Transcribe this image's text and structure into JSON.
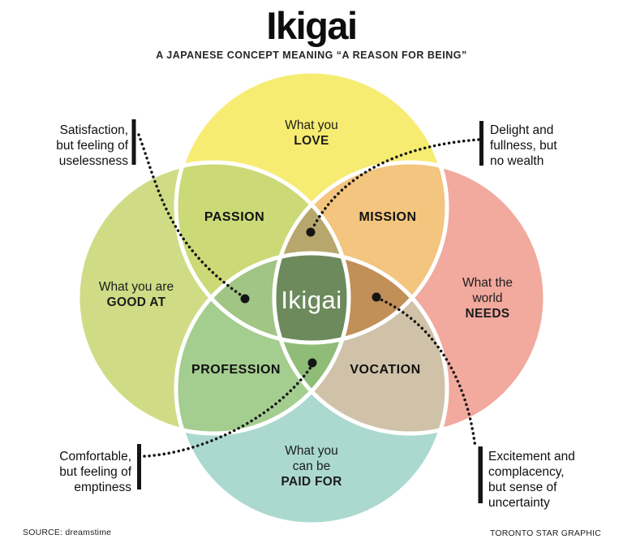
{
  "title": "Ikigai",
  "subtitle": "A JAPANESE CONCEPT MEANING “A REASON FOR BEING”",
  "center_label": "Ikigai",
  "circles": [
    {
      "id": "love",
      "line1": "What you",
      "line2": "",
      "emphasis": "LOVE"
    },
    {
      "id": "good_at",
      "line1": "What you are",
      "line2": "",
      "emphasis": "GOOD AT"
    },
    {
      "id": "needs",
      "line1": "What the",
      "line2": "world",
      "emphasis": "NEEDS"
    },
    {
      "id": "paid_for",
      "line1": "What you",
      "line2": "can be",
      "emphasis": "PAID FOR"
    }
  ],
  "overlaps": {
    "passion": "PASSION",
    "mission": "MISSION",
    "profession": "PROFESSION",
    "vocation": "VOCATION"
  },
  "annotations": [
    {
      "id": "satisfaction",
      "lines": [
        "Satisfaction,",
        "but feeling of",
        "uselessness"
      ]
    },
    {
      "id": "delight",
      "lines": [
        "Delight and",
        "fullness, but",
        "no wealth"
      ]
    },
    {
      "id": "comfortable",
      "lines": [
        "Comfortable,",
        "but feeling of",
        "emptiness"
      ]
    },
    {
      "id": "excitement",
      "lines": [
        "Excitement and",
        "complacency,",
        "but sense of",
        "uncertainty"
      ]
    }
  ],
  "footer": {
    "source": "SOURCE: dreamstime",
    "credit": "TORONTO STAR GRAPHIC"
  },
  "colors": {
    "love": "#f7ec72",
    "good_at": "#cfdc85",
    "needs": "#f2a99e",
    "paid_for": "#abd9d0",
    "passion": "#cbd977",
    "mission": "#f3c57e",
    "profession": "#a4cd90",
    "vocation": "#cfc2a8",
    "love_good_needs": "#b7a76d",
    "love_good_paid": "#a1c584",
    "love_needs_paid": "#c18f58",
    "good_needs_paid": "#8fbd78",
    "ikigai_center": "#6d8a5c",
    "connector": "#151515",
    "outline": "#ffffff"
  }
}
